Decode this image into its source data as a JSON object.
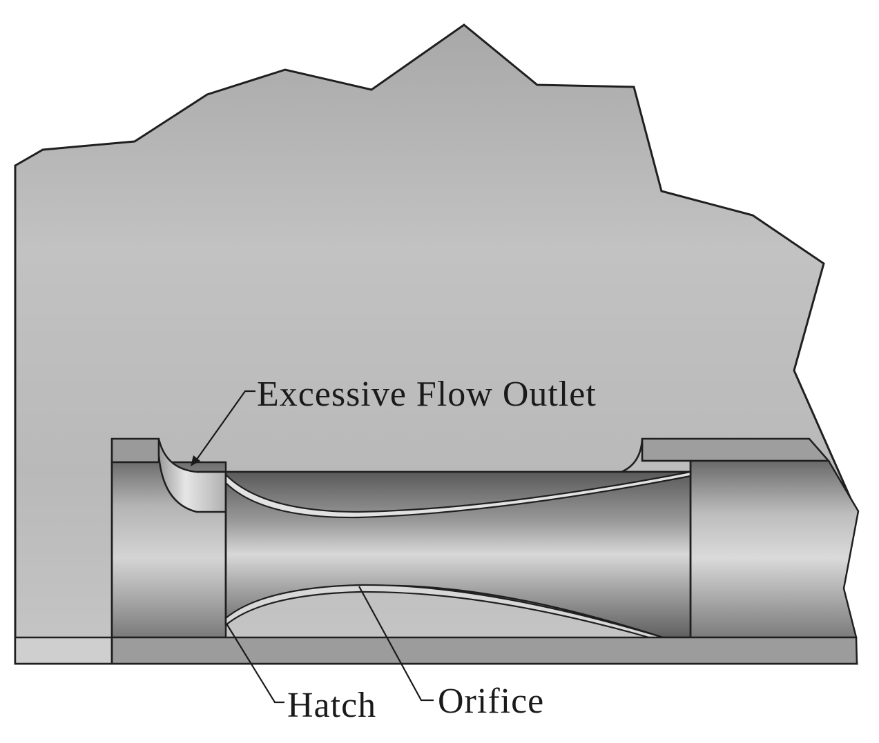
{
  "labels": {
    "excessive_flow_outlet": "Excessive Flow Outlet",
    "hatch": "Hatch",
    "orifice": "Orifice"
  },
  "colors": {
    "body_gray": "#bdbdbd",
    "outline": "#1f1f1f",
    "label_text": "#1a1a1a"
  }
}
